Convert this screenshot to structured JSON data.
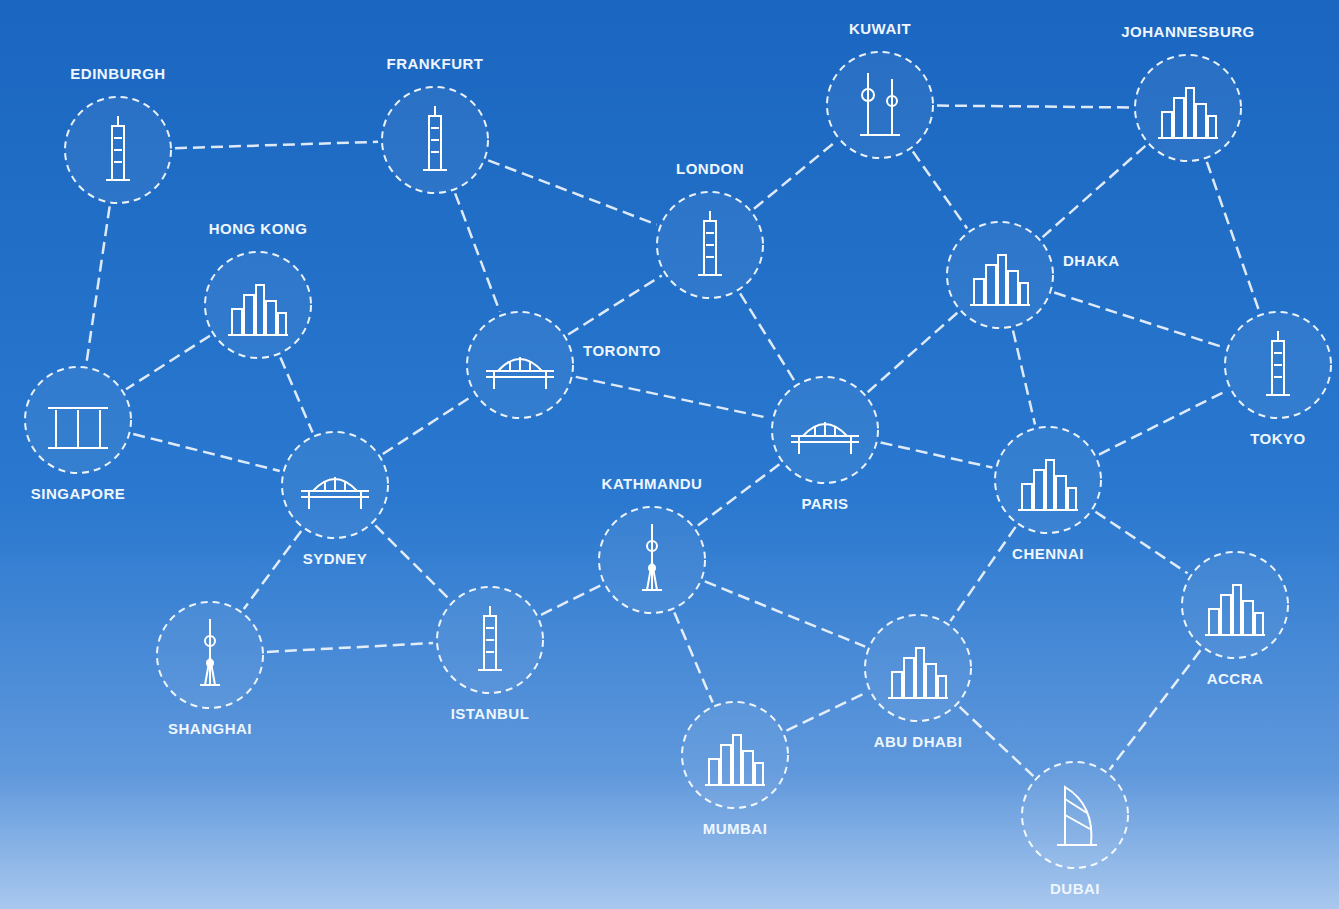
{
  "diagram": {
    "nodes": [
      {
        "text": [
          "EDINBURGH"
        ]
      },
      {
        "text": [
          "FRANKFURT"
        ]
      },
      {
        "text": [
          "KUWAIT"
        ]
      },
      {
        "text": [
          "JOHANNESBURG"
        ]
      },
      {
        "text": [
          "LONDON"
        ]
      },
      {
        "text": [
          "HONG KONG"
        ]
      },
      {
        "text": [
          "DHAKA"
        ]
      },
      {
        "text": [
          "TORONTO"
        ]
      },
      {
        "text": [
          "TOKYO"
        ]
      },
      {
        "text": [
          "SINGAPORE"
        ]
      },
      {
        "text": [
          "PARIS"
        ]
      },
      {
        "text": [
          "KATHMANDU"
        ]
      },
      {
        "text": [
          "CHENNAI"
        ]
      },
      {
        "text": [
          "SYDNEY"
        ]
      },
      {
        "text": [
          "ACCRA"
        ]
      },
      {
        "text": [
          "SHANGHAI"
        ]
      },
      {
        "text": [
          "ISTANBUL"
        ]
      },
      {
        "text": [
          "ABU DHABI"
        ]
      },
      {
        "text": [
          "MUMBAI"
        ]
      },
      {
        "text": [
          "DUBAI"
        ]
      }
    ],
    "edges": [
      {
        "from": 0,
        "to": 1,
        "arrow": "none"
      },
      {
        "from": 0,
        "to": 9,
        "arrow": "none"
      },
      {
        "from": 1,
        "to": 4,
        "arrow": "none"
      },
      {
        "from": 1,
        "to": 7,
        "arrow": "none"
      },
      {
        "from": 5,
        "to": 9,
        "arrow": "none"
      },
      {
        "from": 5,
        "to": 13,
        "arrow": "none"
      },
      {
        "from": 9,
        "to": 13,
        "arrow": "none"
      },
      {
        "from": 13,
        "to": 7,
        "arrow": "none"
      },
      {
        "from": 7,
        "to": 4,
        "arrow": "none"
      },
      {
        "from": 7,
        "to": 10,
        "arrow": "none"
      },
      {
        "from": 4,
        "to": 2,
        "arrow": "none"
      },
      {
        "from": 4,
        "to": 10,
        "arrow": "none"
      },
      {
        "from": 2,
        "to": 3,
        "arrow": "none"
      },
      {
        "from": 2,
        "to": 6,
        "arrow": "none"
      },
      {
        "from": 3,
        "to": 6,
        "arrow": "none"
      },
      {
        "from": 3,
        "to": 8,
        "arrow": "none"
      },
      {
        "from": 6,
        "to": 10,
        "arrow": "none"
      },
      {
        "from": 6,
        "to": 8,
        "arrow": "none"
      },
      {
        "from": 6,
        "to": 12,
        "arrow": "none"
      },
      {
        "from": 10,
        "to": 12,
        "arrow": "none"
      },
      {
        "from": 10,
        "to": 11,
        "arrow": "none"
      },
      {
        "from": 12,
        "to": 8,
        "arrow": "none"
      },
      {
        "from": 12,
        "to": 14,
        "arrow": "none"
      },
      {
        "from": 12,
        "to": 17,
        "arrow": "none"
      },
      {
        "from": 13,
        "to": 15,
        "arrow": "none"
      },
      {
        "from": 13,
        "to": 16,
        "arrow": "none"
      },
      {
        "from": 15,
        "to": 16,
        "arrow": "none"
      },
      {
        "from": 16,
        "to": 11,
        "arrow": "none"
      },
      {
        "from": 11,
        "to": 18,
        "arrow": "none"
      },
      {
        "from": 11,
        "to": 17,
        "arrow": "none"
      },
      {
        "from": 18,
        "to": 17,
        "arrow": "none"
      },
      {
        "from": 17,
        "to": 19,
        "arrow": "none"
      },
      {
        "from": 14,
        "to": 19,
        "arrow": "none"
      }
    ]
  }
}
